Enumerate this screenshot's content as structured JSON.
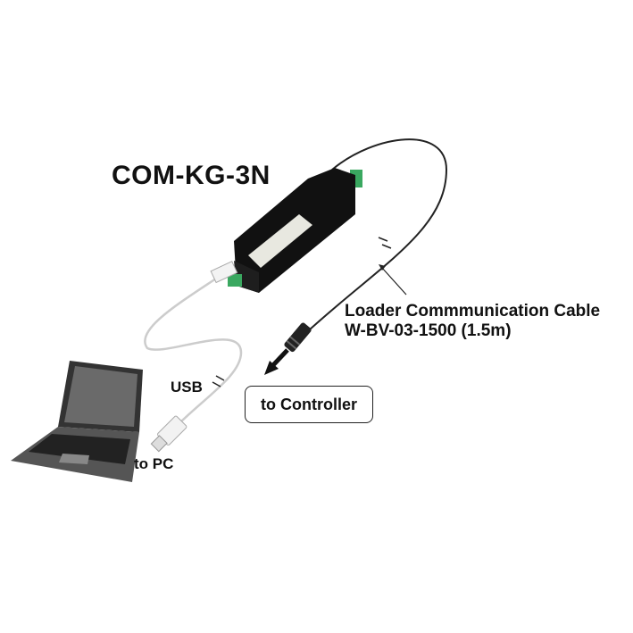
{
  "title": "COM-KG-3N",
  "cable": {
    "name": "Loader Commmunication Cable",
    "model": "W-BV-03-1500 (1.5m)"
  },
  "usb_label": "USB",
  "to_pc_label": "to PC",
  "to_controller_label": "to Controller",
  "colors": {
    "device": "#111111",
    "terminal": "#3aa860",
    "cable": "#222222",
    "usb_cable": "#cccccc"
  }
}
